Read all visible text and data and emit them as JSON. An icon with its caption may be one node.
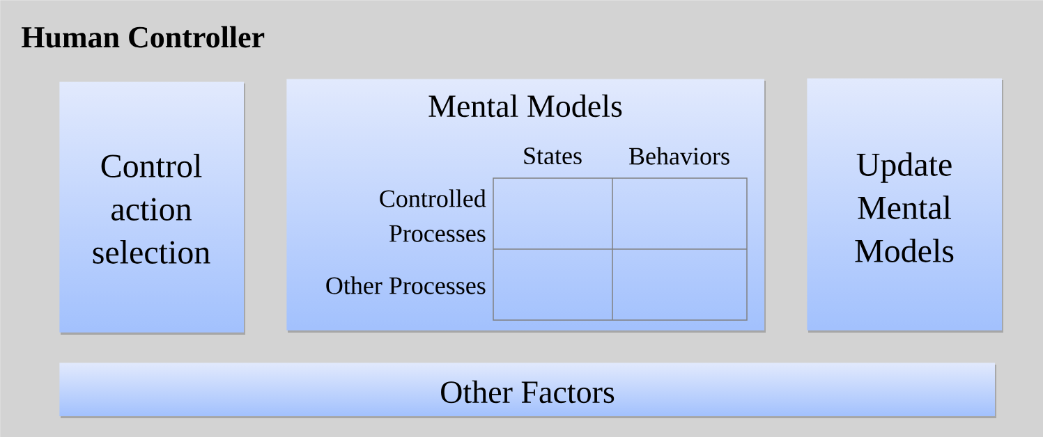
{
  "diagram": {
    "nodes": [
      {
        "text": [
          "Human Controller"
        ]
      },
      {
        "text": [
          "Control action selection"
        ],
        "in": 0
      },
      {
        "text": [
          "Mental Models",
          "States",
          "Behaviors",
          "Controlled Processes",
          "Other Processes"
        ],
        "in": 0
      },
      {
        "text": [
          "Update Mental Models"
        ],
        "in": 0
      },
      {
        "text": [
          "Other Factors"
        ],
        "in": 0
      }
    ]
  }
}
